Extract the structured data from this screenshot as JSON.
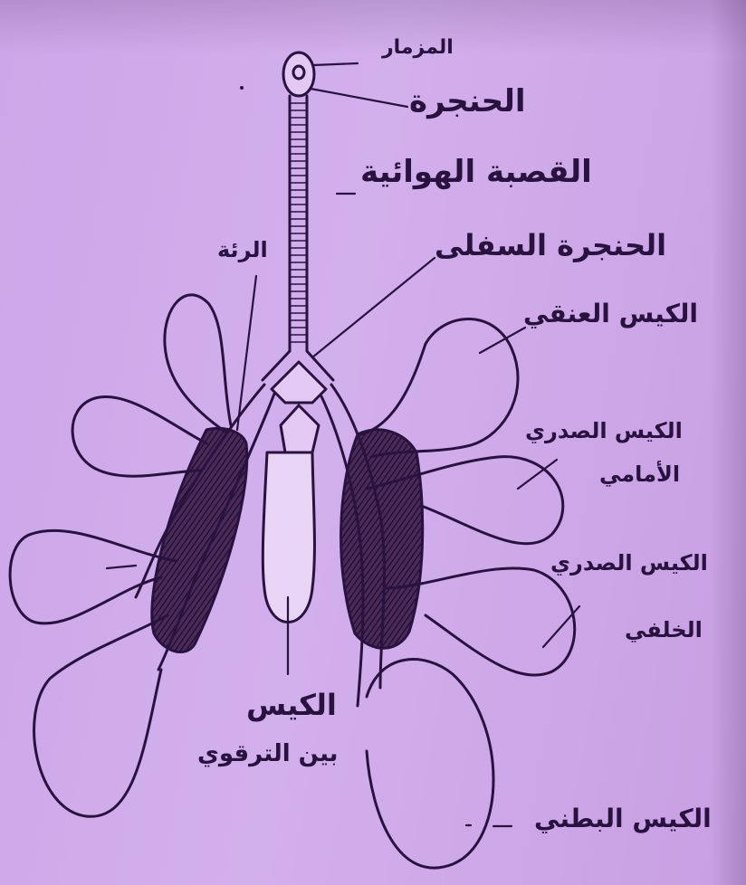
{
  "labels": {
    "mizmar": "المزمار",
    "hanjara": "الحنجرة",
    "qasaba": "القصبة الهوائية",
    "rea": "الرئة",
    "hanjara_sufla": "الحنجرة السفلى",
    "kis_unuqi": "الكيس العنقي",
    "kis_sadri_amami_1": "الكيس الصدري",
    "kis_sadri_amami_2": "الأمامي",
    "kis_sadri_khalfi_1": "الكيس الصدري",
    "kis_sadri_khalfi_2": "الخلفي",
    "kis_tarquwi_1": "الكيس",
    "kis_tarquwi_2": "بين الترقوي",
    "kis_batni": "الكيس البطني"
  },
  "colors": {
    "ink": "#2a1240",
    "lung_fill": "#3a2048",
    "paper": "#cda6e9"
  }
}
